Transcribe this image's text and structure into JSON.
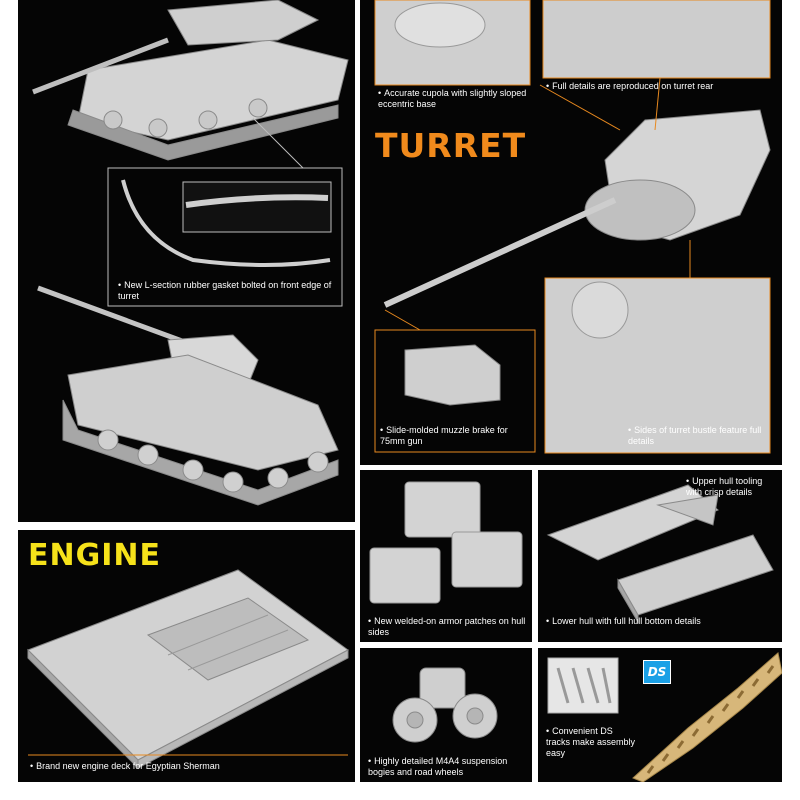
{
  "headings": {
    "turret": "TURRET",
    "engine": "ENGINE"
  },
  "captions": {
    "gasket": "New L-section rubber gasket bolted on front edge of turret",
    "cupola": "Accurate cupola with slightly sloped eccentric base",
    "turret_rear": "Full details are reproduced on turret rear",
    "muzzle_brake": "Slide-molded muzzle brake for 75mm gun",
    "bustle": "Sides of turret bustle feature full details",
    "engine_deck": "Brand new engine deck for Egyptian Sherman",
    "armor_patches": "New welded-on armor patches on hull sides",
    "upper_hull": "Upper hull tooling with crisp details",
    "lower_hull": "Lower hull with full hull bottom details",
    "suspension": "Highly detailed M4A4 suspension bogies and road wheels",
    "ds_tracks": "Convenient DS tracks make assembly easy"
  },
  "ds_logo": "DS",
  "colors": {
    "background": "#050505",
    "turret_heading": "#f08a1c",
    "engine_heading": "#f6e21a",
    "orange_line": "#e8891f",
    "gray_line": "#bdbdbd",
    "track_tan": "#d7b77a"
  },
  "icons": [
    "bullet-icon",
    "ds-logo-icon"
  ]
}
